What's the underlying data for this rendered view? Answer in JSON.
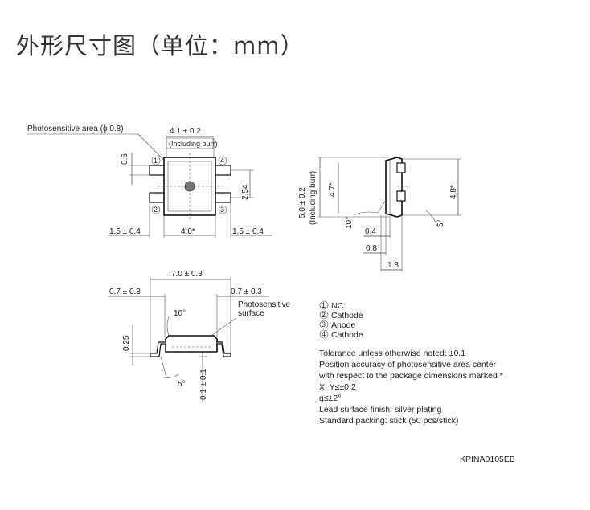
{
  "title": "外形尺寸图（单位：mm）",
  "top_view": {
    "photosensitive_area": "Photosensitive area (ϕ 0.8)",
    "width_dim": "4.1 ± 0.2",
    "including_burr": "(Including burr)",
    "pin_pitch": "2.54",
    "lead_len_dim": "0.6",
    "left_dim": "1.5 ± 0.4",
    "body_dim": "4.0*",
    "right_dim": "1.5 ± 0.4",
    "pin1": "1",
    "pin2": "2",
    "pin3": "3",
    "pin4": "4"
  },
  "side_view": {
    "height_dim": "5.0 ± 0.2",
    "including_burr": "(Including burr)",
    "inner_height": "4.7*",
    "right_height": "4.8*",
    "angle_left": "10°",
    "angle_right": "5°",
    "dim_04": "0.4",
    "dim_08": "0.8",
    "dim_18": "1.8"
  },
  "front_view": {
    "overall": "7.0 ± 0.3",
    "left_lead": "0.7 ± 0.3",
    "right_lead": "0.7 ± 0.3",
    "surface_label_1": "Photosensitive",
    "surface_label_2": "surface",
    "angle_top": "10°",
    "angle_bottom": "5°",
    "dim_025": "0.25",
    "dim_01": "0.1 ± 0.1"
  },
  "pin_legend": [
    {
      "num": "1",
      "name": "NC"
    },
    {
      "num": "2",
      "name": "Cathode"
    },
    {
      "num": "3",
      "name": "Anode"
    },
    {
      "num": "4",
      "name": "Cathode"
    }
  ],
  "notes": [
    "Tolerance unless otherwise noted: ±0.1",
    "Position accuracy of photosensitive area center",
    "with respect to the package dimensions marked *",
    "X, Y≤±0.2",
    "q≤±2°",
    "Lead surface finish: silver plating",
    "Standard packing: stick (50 pcs/stick)"
  ],
  "drawing_code": "KPINA0105EB"
}
